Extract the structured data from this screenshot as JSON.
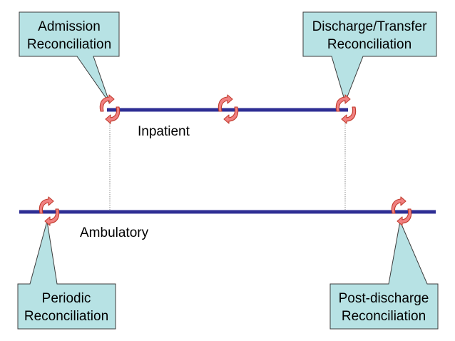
{
  "colors": {
    "timeline": "#2e2e94",
    "callout_fill": "#b7e2e4",
    "callout_stroke": "#3c3c3c",
    "cycle_icon_fill": "#f08080",
    "cycle_icon_stroke": "#c0392b",
    "connector": "#8a8a8a"
  },
  "tracks": {
    "inpatient_label": "Inpatient",
    "ambulatory_label": "Ambulatory"
  },
  "callouts": {
    "admission": {
      "line1": "Admission",
      "line2": "Reconciliation"
    },
    "discharge": {
      "line1": "Discharge/Transfer",
      "line2": "Reconciliation"
    },
    "periodic": {
      "line1": "Periodic",
      "line2": "Reconciliation"
    },
    "post_discharge": {
      "line1": "Post-discharge",
      "line2": "Reconciliation"
    }
  },
  "icons": {
    "reconciliation": "cycle-arrows-icon"
  }
}
